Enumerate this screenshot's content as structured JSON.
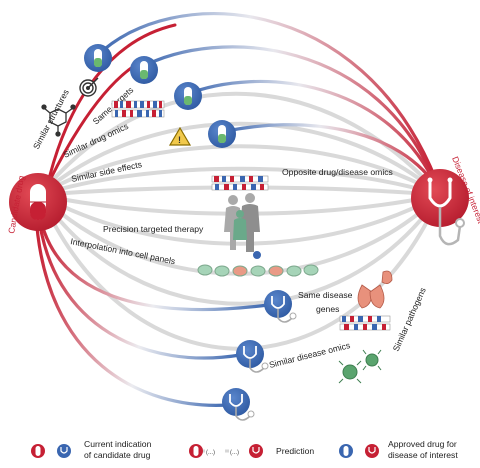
{
  "left_node": {
    "label": "Candidate drug"
  },
  "right_node": {
    "label": "Disease of interest"
  },
  "connections": [
    {
      "id": "similar-structures",
      "label": "Similar structures"
    },
    {
      "id": "same-targets",
      "label": "Same targets"
    },
    {
      "id": "similar-drug-omics",
      "label": "Similar drug omics"
    },
    {
      "id": "similar-side-effects",
      "label": "Similar side effects"
    },
    {
      "id": "opposite-omics",
      "label": "Opposite drug/disease omics"
    },
    {
      "id": "precision-therapy",
      "label": "Precision targeted therapy"
    },
    {
      "id": "interpolation",
      "label": "Interpolation into cell panels"
    },
    {
      "id": "same-disease-genes",
      "label_line1": "Same disease",
      "label_line2": "genes"
    },
    {
      "id": "similar-disease-omics",
      "label": "Similar disease omics"
    },
    {
      "id": "similar-pathogens",
      "label": "Similar pathogens"
    }
  ],
  "legend": {
    "current_indication": {
      "line1": "Current indication",
      "line2": "of candidate drug"
    },
    "prediction": {
      "label": "Prediction",
      "dots": "(...)"
    },
    "approved_drug": {
      "line1": "Approved drug for",
      "line2": "disease of interest"
    }
  },
  "colors": {
    "red": "#c62034",
    "blue": "#3a66b0",
    "grey_line": "#d6d6d6"
  }
}
